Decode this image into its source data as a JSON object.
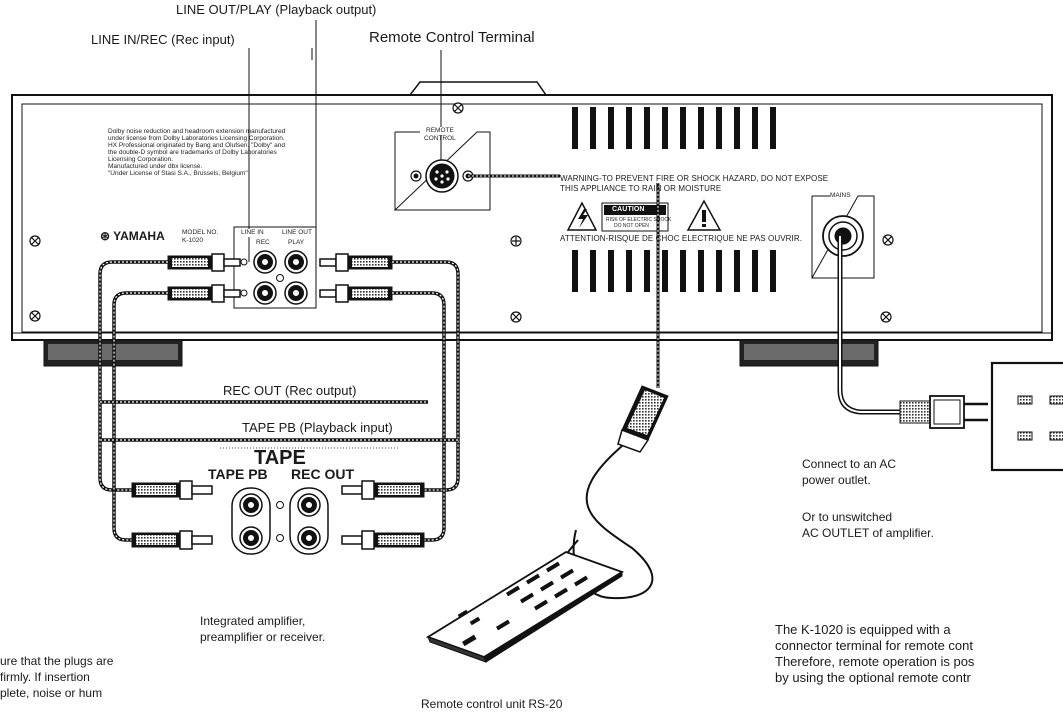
{
  "labels": {
    "line_out": "LINE OUT/PLAY (Playback output)",
    "line_in": "LINE IN/REC (Rec input)",
    "remote_terminal": "Remote Control Terminal",
    "rec_out": "REC OUT (Rec output)",
    "tape_pb": "TAPE PB (Playback input)",
    "integrated": [
      "Integrated amplifier,",
      "preamplifier or receiver."
    ],
    "remote_unit": "Remote control unit RS-20",
    "ac_outlet": [
      "Connect to an AC",
      "power outlet."
    ],
    "unswitched": [
      "Or to unswitched",
      "AC OUTLET of amplifier."
    ]
  },
  "notes": {
    "left": [
      "ure that the plugs are",
      "firmly. If insertion",
      "plete, noise or hum"
    ],
    "right": [
      "The K-1020 is equipped with a",
      "connector terminal for remote cont",
      "Therefore, remote operation is pos",
      "by using the optional remote contr"
    ]
  },
  "deck": {
    "dolby_text": [
      "Dolby noise reduction and headroom extension manufactured",
      "under license from Dolby Laboratories Licensing Corporation.",
      "HX Professional originated by Bang and Olufsen. \"Dolby\" and",
      "the double-D symbol are trademarks of Dolby Laboratories",
      "Licensing Corporation.",
      "Manufactured under dbx license.",
      "\"Under License of Stasi S.A., Brussels, Belgium\""
    ],
    "brand": "YAMAHA",
    "model_label": "MODEL NO.",
    "model": "K-1020",
    "line_in_label": "LINE IN",
    "line_out_label": "LINE OUT",
    "rec_label": "REC",
    "play_label": "PLAY",
    "remote_panel": [
      "REMOTE",
      "CONTROL"
    ],
    "warning": [
      "WARNING-TO PREVENT FIRE OR SHOCK HAZARD, DO NOT EXPOSE",
      "THIS APPLIANCE TO RAIN OR MOISTURE"
    ],
    "caution": "CAUTION",
    "caution_sub": [
      "RISK OF ELECTRIC SHOCK",
      "DO NOT OPEN"
    ],
    "attention": "ATTENTION-RISQUE DE CHOC ELECTRIQUE NE PAS OUVRIR.",
    "mains": "MAINS"
  },
  "tape": {
    "title": "TAPE",
    "tape_pb": "TAPE PB",
    "rec_out": "REC OUT"
  }
}
